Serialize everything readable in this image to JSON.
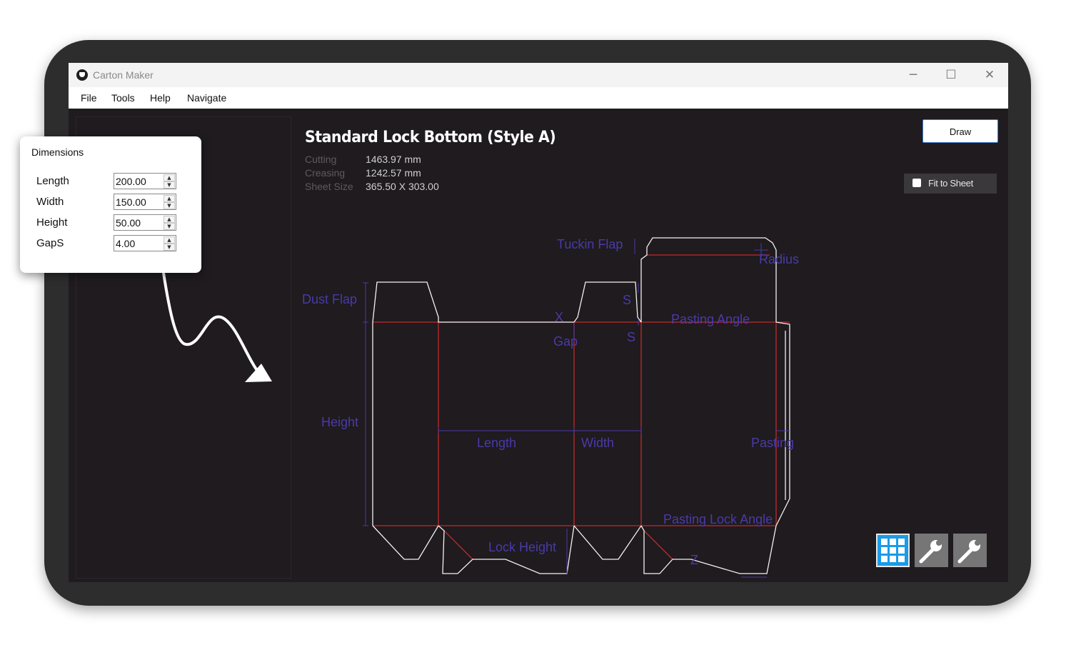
{
  "window": {
    "title": "Carton Maker",
    "controls": {
      "minimize": "─",
      "maximize": "☐",
      "close": "✕"
    }
  },
  "menu": {
    "items": [
      "File",
      "Tools",
      "Help",
      "Navigate"
    ]
  },
  "main": {
    "heading": "Standard Lock Bottom (Style A)",
    "stats": [
      {
        "label": "Cutting",
        "value": "1463.97 mm"
      },
      {
        "label": "Creasing",
        "value": "1242.57 mm"
      },
      {
        "label": "Sheet Size",
        "value": "365.50 X 303.00"
      }
    ],
    "draw_button": "Draw",
    "fit_to_sheet": {
      "label": "Fit to Sheet",
      "checked": false
    }
  },
  "diagram_labels": {
    "tuckin_flap": "Tuckin Flap",
    "radius": "Radius",
    "dust_flap": "Dust Flap",
    "s_top": "S",
    "x": "X",
    "gap": "Gap",
    "s": "S",
    "pasting_angle": "Pasting Angle",
    "height": "Height",
    "length": "Length",
    "width": "Width",
    "pasting": "Pasting",
    "pasting_lock_angle": "Pasting Lock Angle",
    "lock_height": "Lock Height",
    "z": "Z"
  },
  "toolbar": {
    "icons": [
      "grid-icon",
      "wrench-icon",
      "wrench-icon"
    ]
  },
  "colors": {
    "crease": "#c22b2b",
    "cut": "#ffffff",
    "dimension": "#4b3aa6",
    "grid_button": "#1a9be8"
  },
  "dimensions_panel": {
    "title": "Dimensions",
    "fields": [
      {
        "label": "Length",
        "value": "200.00"
      },
      {
        "label": "Width",
        "value": "150.00"
      },
      {
        "label": "Height",
        "value": "50.00"
      },
      {
        "label": "GapS",
        "value": "4.00"
      }
    ]
  }
}
